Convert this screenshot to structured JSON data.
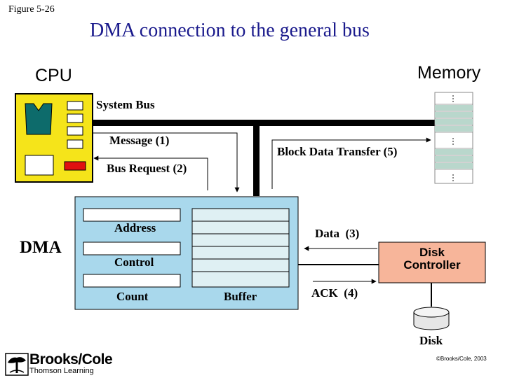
{
  "figure_label": "Figure 5-26",
  "title": "DMA connection to the general bus",
  "cpu": {
    "label": "CPU"
  },
  "memory": {
    "label": "Memory"
  },
  "dma": {
    "label": "DMA",
    "registers": [
      "Address",
      "Control",
      "Count"
    ],
    "buffer_label": "Buffer"
  },
  "bus": {
    "system_bus": "System Bus",
    "message": "Message (1)",
    "bus_request": "Bus Request (2)",
    "block_transfer": "Block Data Transfer (5)",
    "data": "Data  (3)",
    "ack": "ACK  (4)"
  },
  "disk_controller": {
    "label_line1": "Disk",
    "label_line2": "Controller"
  },
  "disk": {
    "label": "Disk"
  },
  "publisher": {
    "name": "Brooks/Cole",
    "sub": "Thomson Learning"
  },
  "copyright": "©Brooks/Cole, 2003",
  "colors": {
    "cpu_fill": "#f5e41a",
    "cpu_chip": "#0d6b6b",
    "cpu_red": "#e01010",
    "dma_fill": "#a9d8ec",
    "disk_ctrl_fill": "#f7b59a",
    "memory_fill": "#b9d7cc",
    "bus": "#000000"
  }
}
